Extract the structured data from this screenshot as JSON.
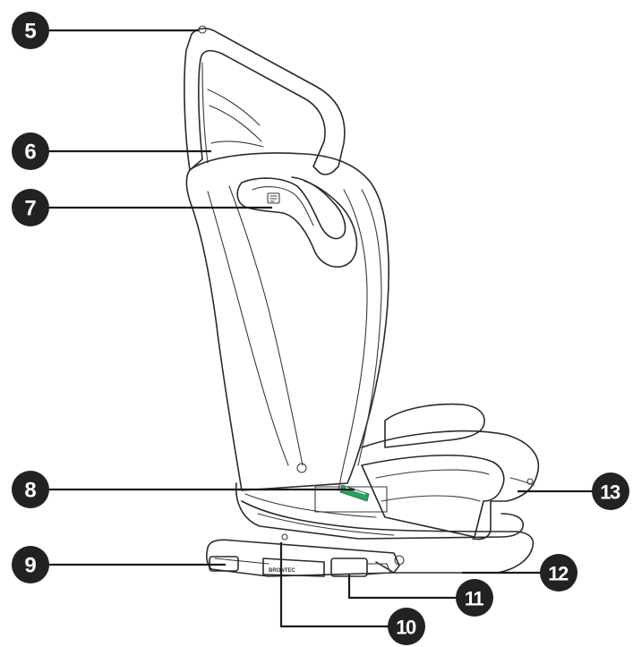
{
  "callouts": [
    {
      "id": "callout-5",
      "number": "5"
    },
    {
      "id": "callout-6",
      "number": "6"
    },
    {
      "id": "callout-7",
      "number": "7"
    },
    {
      "id": "callout-8",
      "number": "8"
    },
    {
      "id": "callout-9",
      "number": "9"
    },
    {
      "id": "callout-10",
      "number": "10"
    },
    {
      "id": "callout-11",
      "number": "11"
    },
    {
      "id": "callout-12",
      "number": "12"
    },
    {
      "id": "callout-13",
      "number": "13"
    }
  ],
  "base_brand_label": "BRONTEC",
  "colors": {
    "line": "#2a2a2a",
    "badge": "#222222",
    "indicator": "#2e9e63"
  }
}
